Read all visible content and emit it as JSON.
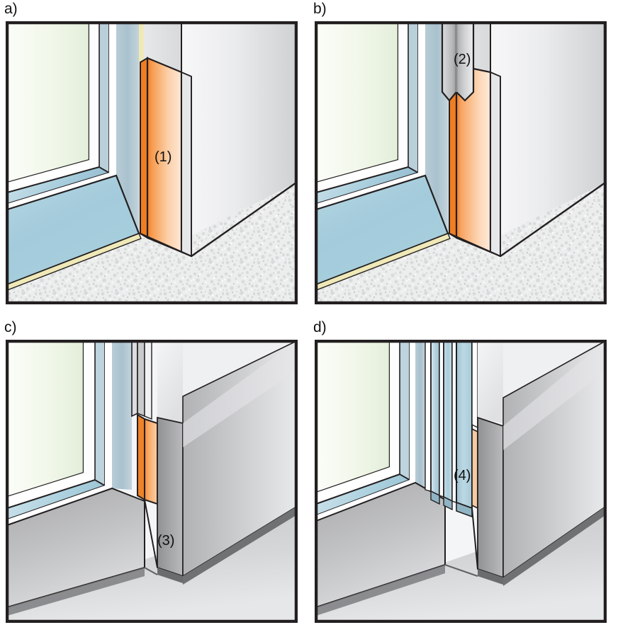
{
  "figure": {
    "title": "Window-to-wall junction details",
    "panel_count": 4
  },
  "panels": [
    {
      "id": "a",
      "label": "a)",
      "callout": "(1)",
      "description": "Orange sealing strip applied flat against reveal, flush wall, textured floor",
      "floor": "textured",
      "wall_style": "light",
      "glass_layers": 2
    },
    {
      "id": "b",
      "label": "b)",
      "callout": "(2)",
      "description": "Folded grey cover profile over orange sealing strip, flush wall, textured floor",
      "floor": "textured",
      "wall_style": "light",
      "glass_layers": 2
    },
    {
      "id": "c",
      "label": "c)",
      "callout": "(3)",
      "description": "Orange strip recessed behind projecting wall pier, smooth grey floor",
      "floor": "smooth",
      "wall_style": "dark-pier",
      "glass_layers": 2
    },
    {
      "id": "d",
      "label": "d)",
      "callout": "(4)",
      "description": "Multiple glazing layers with narrow pale sealing strip at projecting wall pier, smooth grey floor",
      "floor": "smooth",
      "wall_style": "dark-pier",
      "glass_layers": 4
    }
  ],
  "colors": {
    "border": "#231f20",
    "orange_dark": "#f07f26",
    "orange_light": "#fde0c6",
    "orange_pale": "#f7c9a0",
    "glass_green": "#eef6e6",
    "glass_blue": "#a8cfdd",
    "glass_blue_dark": "#8fbccd",
    "wall_light": "#f6f6f7",
    "wall_mid": "#d0d2d4",
    "wall_dark": "#9a9c9e",
    "floor_grey": "#b9babc",
    "baseboard": "#6a6c6e",
    "frame_white": "#ffffff",
    "seal_cream": "#efe9b8",
    "page_background": "#ffffff"
  }
}
